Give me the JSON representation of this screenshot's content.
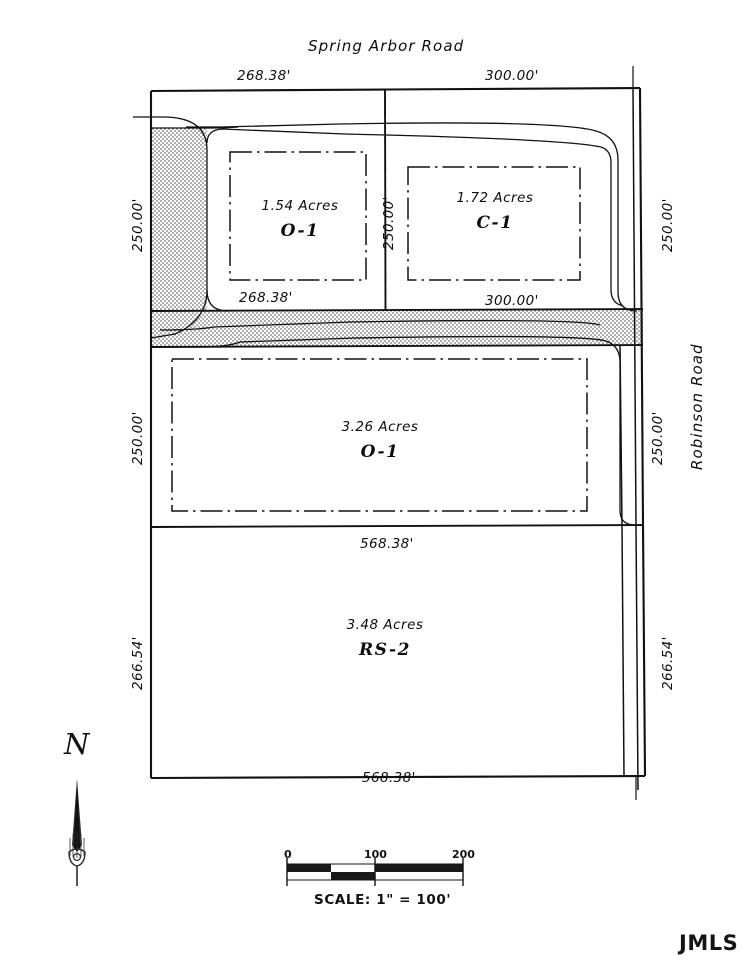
{
  "document": {
    "type": "plat-map",
    "watermark": "JMLS"
  },
  "roads": {
    "top": "Spring Arbor Road",
    "right": "Robinson Road"
  },
  "dimensions": {
    "top_left": "268.38'",
    "top_right": "300.00'",
    "left_upper": "250.00'",
    "left_middle": "250.00'",
    "left_lower": "266.54'",
    "right_upper": "250.00'",
    "right_middle": "250.00'",
    "right_lower": "266.54'",
    "center_divider": "250.00'",
    "parcel1_bottom": "268.38'",
    "parcel2_bottom": "300.00'",
    "parcel3_bottom": "568.38'",
    "parcel4_bottom": "568.38'"
  },
  "parcels": [
    {
      "id": "parcel-1",
      "acres": "1.54 Acres",
      "zoning": "O-1"
    },
    {
      "id": "parcel-2",
      "acres": "1.72 Acres",
      "zoning": "C-1"
    },
    {
      "id": "parcel-3",
      "acres": "3.26 Acres",
      "zoning": "O-1"
    },
    {
      "id": "parcel-4",
      "acres": "3.48 Acres",
      "zoning": "RS-2"
    }
  ],
  "north_arrow": {
    "label": "N"
  },
  "scale_bar": {
    "caption": "SCALE:   1\" = 100'",
    "ticks": [
      "0",
      "100",
      "200"
    ]
  },
  "colors": {
    "ink": "#111111",
    "paper": "#ffffff",
    "hatch": "#9a9a9a"
  }
}
